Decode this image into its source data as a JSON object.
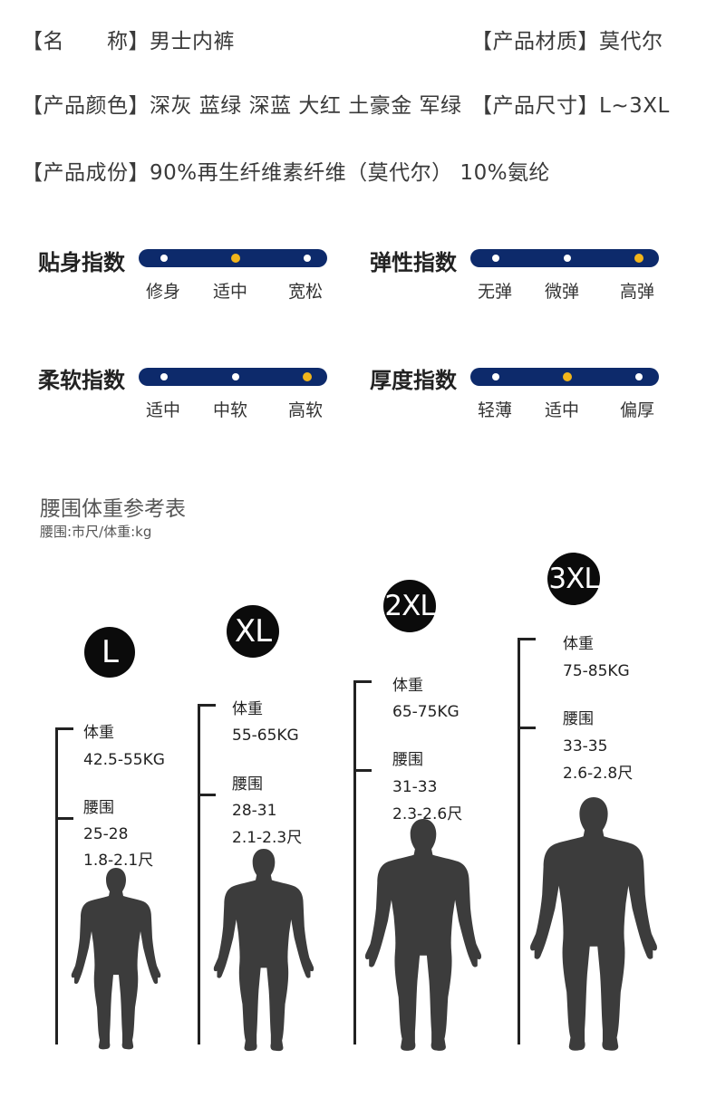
{
  "info": {
    "name_label": "【名　　称】",
    "name_value": "男士内裤",
    "material_label": "【产品材质】",
    "material_value": "莫代尔",
    "color_label": "【产品颜色】",
    "color_value": "深灰 蓝绿 深蓝 大红 土豪金 军绿",
    "size_label": "【产品尺寸】",
    "size_value": "L~3XL",
    "composition_label": "【产品成份】",
    "composition_value": "90%再生纤维素纤维（莫代尔） 10%氨纶"
  },
  "indices": [
    {
      "label": "贴身指数",
      "options": [
        "修身",
        "适中",
        "宽松"
      ],
      "selected": 1
    },
    {
      "label": "弹性指数",
      "options": [
        "无弹",
        "微弹",
        "高弹"
      ],
      "selected": 2
    },
    {
      "label": "柔软指数",
      "options": [
        "适中",
        "中软",
        "高软"
      ],
      "selected": 2
    },
    {
      "label": "厚度指数",
      "options": [
        "轻薄",
        "适中",
        "偏厚"
      ],
      "selected": 1
    }
  ],
  "reference": {
    "title": "腰围体重参考表",
    "unit": "腰围:市尺/体重:kg",
    "sizes": [
      {
        "size": "L",
        "weight_label": "体重",
        "weight": "42.5-55KG",
        "waist_label": "腰围",
        "waist_in": "25-28",
        "waist_chi": "1.8-2.1尺"
      },
      {
        "size": "XL",
        "weight_label": "体重",
        "weight": "55-65KG",
        "waist_label": "腰围",
        "waist_in": "28-31",
        "waist_chi": "2.1-2.3尺"
      },
      {
        "size": "2XL",
        "weight_label": "体重",
        "weight": "65-75KG",
        "waist_label": "腰围",
        "waist_in": "31-33",
        "waist_chi": "2.3-2.6尺"
      },
      {
        "size": "3XL",
        "weight_label": "体重",
        "weight": "75-85KG",
        "waist_label": "腰围",
        "waist_in": "33-35",
        "waist_chi": "2.6-2.8尺"
      }
    ]
  },
  "colors": {
    "bar": "#0d2a6b",
    "selected_dot": "#f2b51b",
    "figure": "#3c3c3c"
  }
}
